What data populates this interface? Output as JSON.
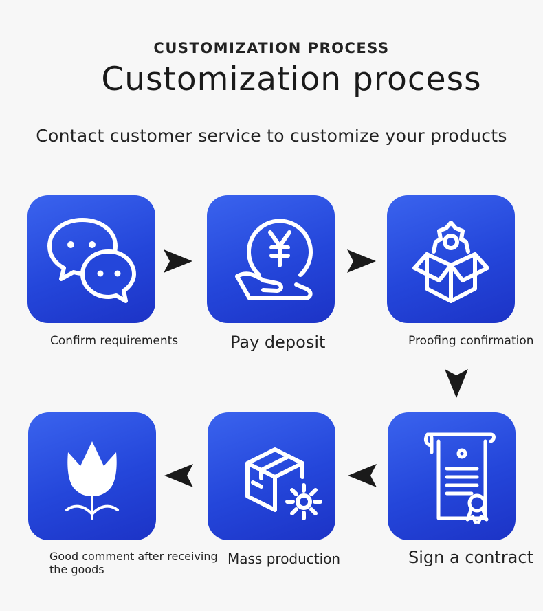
{
  "header": {
    "eyebrow": "CUSTOMIZATION PROCESS",
    "title": "Customization process",
    "subtitle": "Contact customer service to customize your products"
  },
  "steps": [
    {
      "label": "Confirm requirements",
      "icon": "chat-bubbles-icon"
    },
    {
      "label": "Pay deposit",
      "icon": "yen-coin-hand-icon"
    },
    {
      "label": "Proofing confirmation",
      "icon": "box-gear-icon"
    },
    {
      "label": "Sign a contract",
      "icon": "contract-scroll-icon"
    },
    {
      "label": "Mass production",
      "icon": "package-gear-icon"
    },
    {
      "label": "Good comment after receiving",
      "label_line2": "the goods",
      "icon": "tulip-icon"
    }
  ],
  "colors": {
    "tile_start": "#3a63ee",
    "tile_end": "#1c33c6",
    "arrow": "#1a1a1a",
    "background": "#f7f7f7"
  }
}
